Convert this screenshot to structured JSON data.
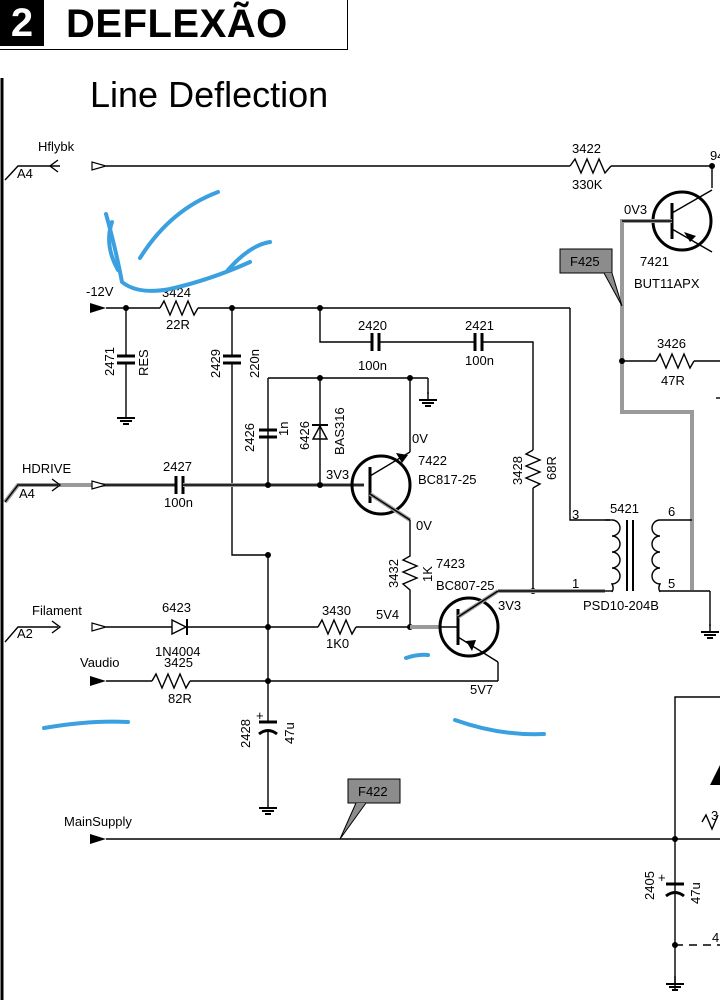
{
  "header": {
    "section_number": "2",
    "section_title": "DEFLEXÃO"
  },
  "page_title": "Line Deflection",
  "signals": {
    "hflybk": "Hflybk",
    "hflybk_ref": "A4",
    "neg12v": "-12V",
    "hdrive": "HDRIVE",
    "hdrive_ref": "A4",
    "filament": "Filament",
    "filament_ref": "A2",
    "vaudio": "Vaudio",
    "mainsupply": "MainSupply"
  },
  "components": {
    "r3422": {
      "ref": "3422",
      "value": "330K"
    },
    "r3424": {
      "ref": "3424",
      "value": "22R"
    },
    "c2471": {
      "ref": "2471",
      "value": "RES"
    },
    "c2429": {
      "ref": "2429",
      "value": "220n"
    },
    "c2420": {
      "ref": "2420",
      "value": "100n"
    },
    "c2421": {
      "ref": "2421",
      "value": "100n"
    },
    "c2426": {
      "ref": "2426",
      "value": "1n"
    },
    "d6426": {
      "ref": "6426",
      "value": "BAS316"
    },
    "c2427": {
      "ref": "2427",
      "value": "100n"
    },
    "q7422": {
      "ref": "7422",
      "value": "BC817-25"
    },
    "r3428": {
      "ref": "3428",
      "value": "68R"
    },
    "r3432": {
      "ref": "3432",
      "value": "1K"
    },
    "q7423": {
      "ref": "7423",
      "value": "BC807-25"
    },
    "d6423": {
      "ref": "6423",
      "value": "1N4004"
    },
    "r3430": {
      "ref": "3430",
      "value": "1K0"
    },
    "r3425": {
      "ref": "3425",
      "value": "82R"
    },
    "c2428": {
      "ref": "2428",
      "value": "47u"
    },
    "q7421": {
      "ref": "7421",
      "value": "BUT11APX"
    },
    "r3426": {
      "ref": "3426",
      "value": "47R"
    },
    "t5421": {
      "ref": "5421",
      "value": "PSD10-204B"
    },
    "c2405": {
      "ref": "2405",
      "value": "47u"
    }
  },
  "voltages": {
    "q7421_base": "0V3",
    "q7422_base": "3V3",
    "q7422_collector": "0V",
    "q7422_emitter": "0V",
    "q7423_base": "5V4",
    "q7423_collector": "3V3",
    "q7423_emitter": "5V7"
  },
  "flags": {
    "f425": "F425",
    "f422": "F422"
  },
  "pins": {
    "p3": "3",
    "p6": "6",
    "p1": "1",
    "p5": "5"
  },
  "edge_fragments": {
    "top_right": "94",
    "right_3": "3",
    "right_4": "4"
  },
  "colors": {
    "highlight": "#9a9a9a",
    "annotation": "#3aa0e0",
    "flag_fill": "#8c8c8c"
  }
}
